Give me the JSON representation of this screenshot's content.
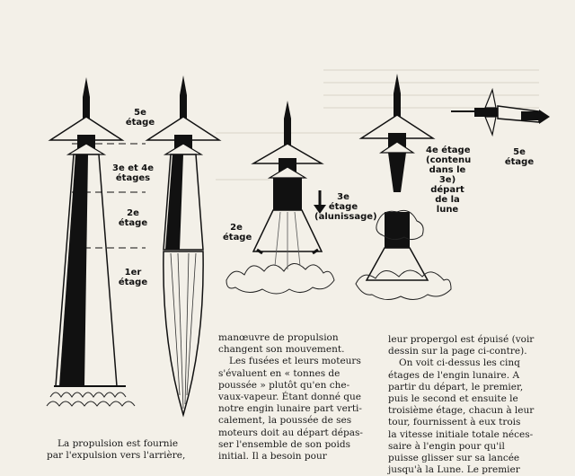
{
  "labels": {
    "stage5": "5e",
    "stage5b": "étage",
    "stage34": "3e et 4e",
    "stage34b": "étages",
    "stage2": "2e",
    "stage2b": "étage",
    "stage1": "1er",
    "stage1b": "étage",
    "r3_stage2": "2e",
    "r3_stage2b": "étage",
    "r3_stage3": "3e",
    "r3_stage3b": "étage",
    "r3_stage3c": "(alunissage)",
    "r4_line1": "4e étage",
    "r4_line2": "(contenu",
    "r4_line3": "dans le",
    "r4_line4": "3e)",
    "r4_line5": "départ",
    "r4_line6": "de la",
    "r4_line7": "lune",
    "r5_stage": "5e",
    "r5_stageb": "étage"
  },
  "text": {
    "col1": [
      "La propulsion est fournie",
      "par l'expulsion vers l'arrière,"
    ],
    "col2": [
      "manœuvre de propulsion",
      "changent son mouvement.",
      "Les fusées et leurs moteurs",
      "s'évaluent en « tonnes de",
      "poussée » plutôt qu'en che-",
      "vaux-vapeur. Étant donné que",
      "notre engin lunaire part verti-",
      "calement, la poussée de ses",
      "moteurs doit au départ dépas-",
      "ser l'ensemble de son poids",
      "initial. Il a besoin pour"
    ],
    "col3": [
      "leur propergol est épuisé (voir",
      "dessin sur la page ci-contre).",
      "On voit ci-dessus les cinq",
      "étages de l'engin lunaire. A",
      "partir du départ, le premier,",
      "puis le second et ensuite le",
      "troisième étage, chacun à leur",
      "tour, fournissent à eux trois",
      "la vitesse initiale totale néces-",
      "saire à l'engin pour qu'il",
      "puisse glisser sur sa lancée",
      "jusqu'à la Lune. Le premier"
    ]
  }
}
